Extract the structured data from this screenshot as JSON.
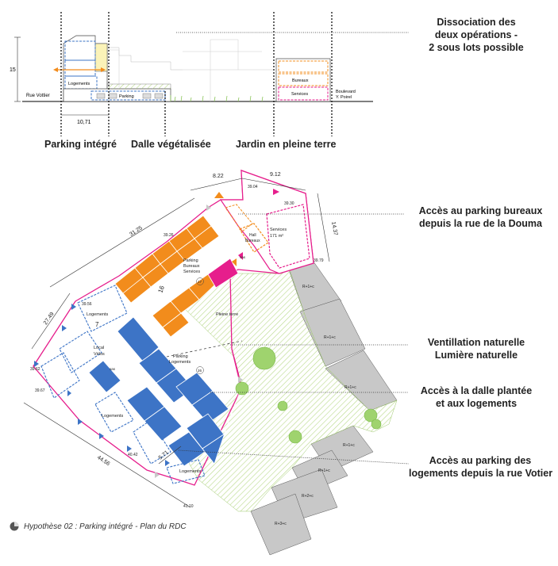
{
  "section": {
    "height_label": "15",
    "street_left": "Rue Vottier",
    "street_right_1": "Boulevard",
    "street_right_2": "Y. Poirel",
    "logements": "Logements",
    "parking": "Parking",
    "bureaux": "Bureaux",
    "services": "Services",
    "width_label": "10,71",
    "label_parking_integre": "Parking intégré",
    "label_dalle": "Dalle végétalisée",
    "label_jardin": "Jardin en pleine terre"
  },
  "plan": {
    "dims": {
      "d1": "8.22",
      "d2": "9.12",
      "d3": "14.37",
      "d4": "31.25",
      "d5": "27.49",
      "d6": "44.56",
      "d7": "5.71"
    },
    "levels": {
      "l1": "39.04",
      "l2": "39.30",
      "l3": "39.79",
      "l4": "39.26",
      "l5": "39.56",
      "l6": "39.62",
      "l7": "39.67",
      "l8": "40.42",
      "l9": "41.10"
    },
    "labels": {
      "services": "Services",
      "services_area": "171 m²",
      "hall_1": "Hall",
      "hall_2": "Bureaux",
      "sas": "sas",
      "parking_bs_1": "Parking",
      "parking_bs_2": "Bureaux",
      "parking_bs_3": "Services",
      "count_bs": "17",
      "num_16": "16",
      "pleine_terre": "Pleine terre",
      "logements_1": "Logements",
      "logements_2": "Logements",
      "logements_3": "Logements",
      "num_7": "7",
      "local_1": "Local",
      "local_2": "Vélos",
      "sas_2": "sas",
      "parking_log_1": "Parking",
      "parking_log_2": "Logements",
      "count_log": "26",
      "rc1": "R+1+c",
      "rc2": "R+1+c",
      "rc3": "R+1+c",
      "rc4": "R+1+c",
      "rc5": "R+1+c",
      "rc6": "R+2+c",
      "rc7": "R+3+c"
    }
  },
  "callouts": {
    "dissociation": [
      "Dissociation des",
      "deux opérations -",
      "2 sous lots possible"
    ],
    "acces_bureaux": [
      "Accès au parking bureaux",
      "depuis la rue de la Douma"
    ],
    "ventilation": [
      "Ventillation naturelle",
      "Lumière naturelle"
    ],
    "acces_dalle": [
      "Accès à la dalle plantée",
      "et aux logements"
    ],
    "acces_logements": [
      "Accès au parking des",
      "logements depuis la rue Votier"
    ]
  },
  "caption": "Hypothèse 02 : Parking intégré - Plan du RDC",
  "colors": {
    "orange": "#f28c1c",
    "blue": "#3d74c6",
    "magenta": "#e61e8c",
    "green_hatch": "#b9d98a",
    "grey_building": "#c8c8c8"
  }
}
